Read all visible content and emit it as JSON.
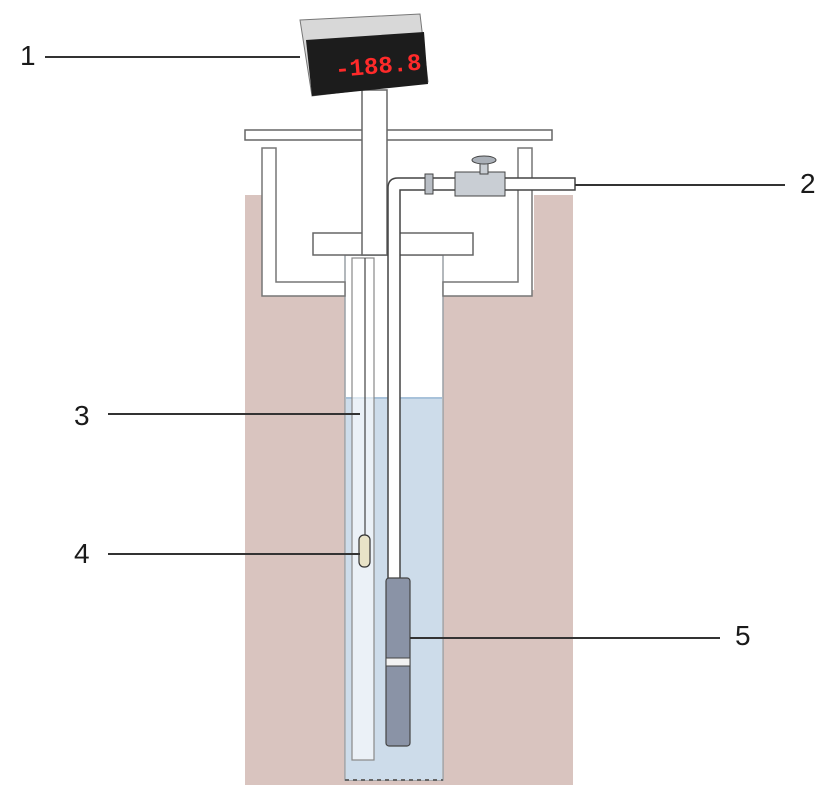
{
  "display": {
    "reading": "-188.8"
  },
  "callouts": [
    {
      "id": "1",
      "text": "1"
    },
    {
      "id": "2",
      "text": "2"
    },
    {
      "id": "3",
      "text": "3"
    },
    {
      "id": "4",
      "text": "4"
    },
    {
      "id": "5",
      "text": "5"
    }
  ],
  "colors": {
    "ground": "#d9c4bf",
    "water": "#cddcea",
    "water_surface": "#a8c2da",
    "pipe_fill": "#ffffff",
    "outline": "#555555",
    "display_body": "#1c1c1c",
    "display_digits": "#ff2a2a",
    "pump": "#8a93a6"
  }
}
